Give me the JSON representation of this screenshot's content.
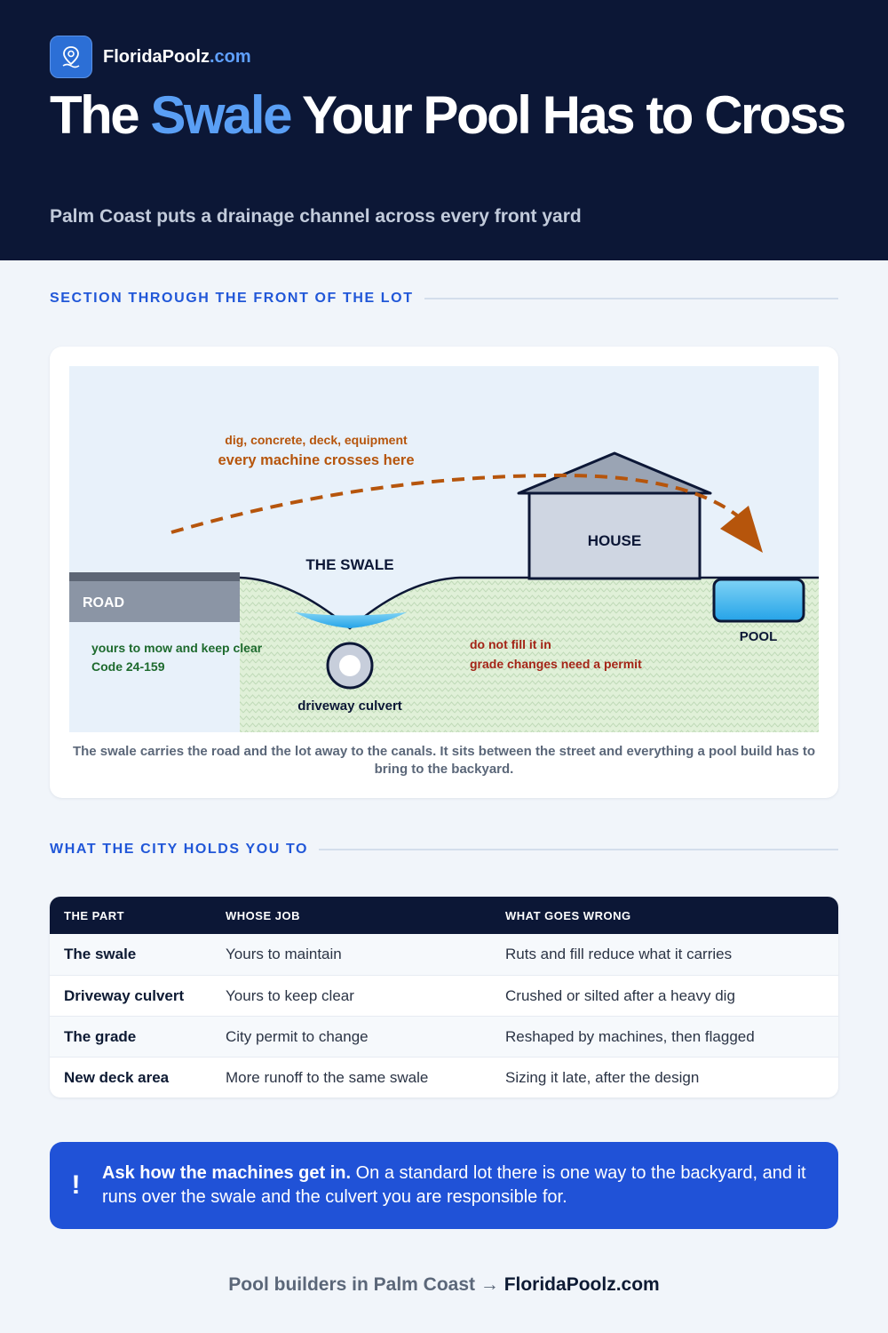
{
  "brand": {
    "name": "FloridaPoolz",
    "tld": ".com"
  },
  "hero": {
    "title_pre": "The ",
    "title_accent": "Swale",
    "title_post": " Your Pool Has to Cross",
    "subtitle": "Palm Coast puts a drainage channel across every front yard"
  },
  "section1": {
    "heading": "SECTION THROUGH THE FRONT OF THE LOT"
  },
  "diagram": {
    "route_top": "dig, concrete, deck, equipment",
    "route_main": "every machine crosses here",
    "swale_label": "THE SWALE",
    "house_label": "HOUSE",
    "road_label": "ROAD",
    "pool_label": "POOL",
    "culvert_label": "driveway culvert",
    "left_note_1": "yours to mow and keep clear",
    "left_note_2": "Code 24-159",
    "right_note_1": "do not fill it in",
    "right_note_2": "grade changes need a permit",
    "caption": "The swale carries the road and the lot away to the canals. It sits between the street and everything a pool build has to bring to the backyard."
  },
  "colors": {
    "navy": "#0c1736",
    "accent_blue": "#2157d8",
    "arrow_orange": "#b6550c",
    "grass_green": "#1d6a2d",
    "warning_red": "#a32416"
  },
  "section2": {
    "heading": "WHAT THE CITY HOLDS YOU TO"
  },
  "table": {
    "headers": [
      "THE PART",
      "WHOSE JOB",
      "WHAT GOES WRONG"
    ],
    "rows": [
      [
        "The swale",
        "Yours to maintain",
        "Ruts and fill reduce what it carries"
      ],
      [
        "Driveway culvert",
        "Yours to keep clear",
        "Crushed or silted after a heavy dig"
      ],
      [
        "The grade",
        "City permit to change",
        "Reshaped by machines, then flagged"
      ],
      [
        "New deck area",
        "More runoff to the same swale",
        "Sizing it late, after the design"
      ]
    ]
  },
  "callout": {
    "icon": "!",
    "bold": "Ask how the machines get in.",
    "text": " On a standard lot there is one way to the backyard, and it runs over the swale and the culvert you are responsible for."
  },
  "footer": {
    "text": "Pool builders in Palm Coast → ",
    "domain": "FloridaPoolz.com"
  }
}
